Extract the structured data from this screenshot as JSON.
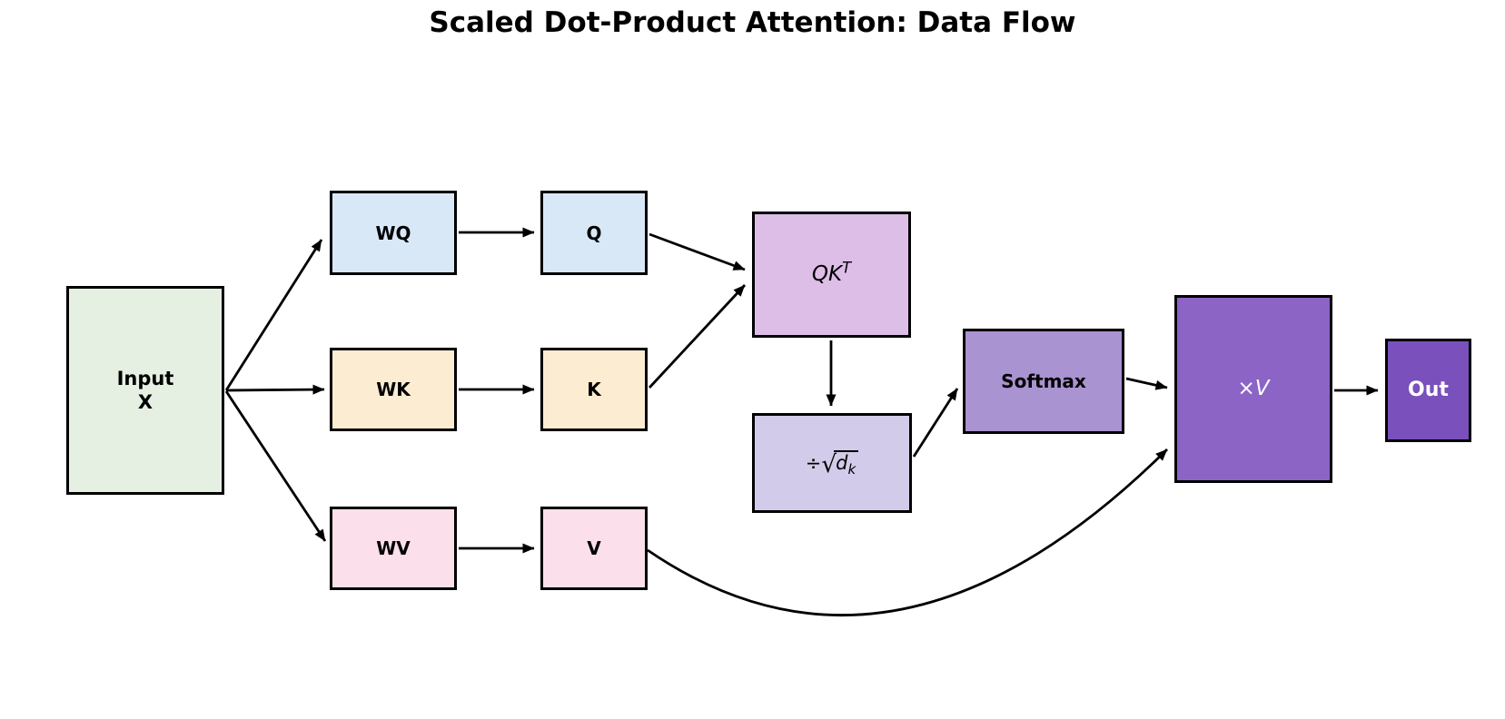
{
  "title": "Scaled Dot-Product Attention: Data Flow",
  "colors": {
    "background": "#ffffff",
    "border": "#000000",
    "arrow": "#000000",
    "light_text": "#ffffff"
  },
  "nodes": {
    "input": {
      "line1": "Input",
      "line2": "X",
      "fill": "#e5f0e3"
    },
    "wq": {
      "label": "WQ",
      "fill": "#d9e8f7"
    },
    "q": {
      "label": "Q",
      "fill": "#d9e8f7"
    },
    "wk": {
      "label": "WK",
      "fill": "#fcedd2"
    },
    "k": {
      "label": "K",
      "fill": "#fcedd2"
    },
    "wv": {
      "label": "WV",
      "fill": "#fbdfeb"
    },
    "v": {
      "label": "V",
      "fill": "#fbdfeb"
    },
    "qkt": {
      "base": "QK",
      "superscript": "T",
      "fill": "#dcbee7"
    },
    "scale": {
      "divide_sign": "÷",
      "radical_sign": "√",
      "radicand": "d",
      "subscript": "k",
      "fill": "#d2cbea"
    },
    "softmax": {
      "label": "Softmax",
      "fill": "#a993d1"
    },
    "xv": {
      "times_sign": "×",
      "operand": "V",
      "fill": "#8b64c6",
      "text_color": "#ffffff"
    },
    "out": {
      "label": "Out",
      "fill": "#7950bc",
      "text_color": "#ffffff"
    }
  }
}
